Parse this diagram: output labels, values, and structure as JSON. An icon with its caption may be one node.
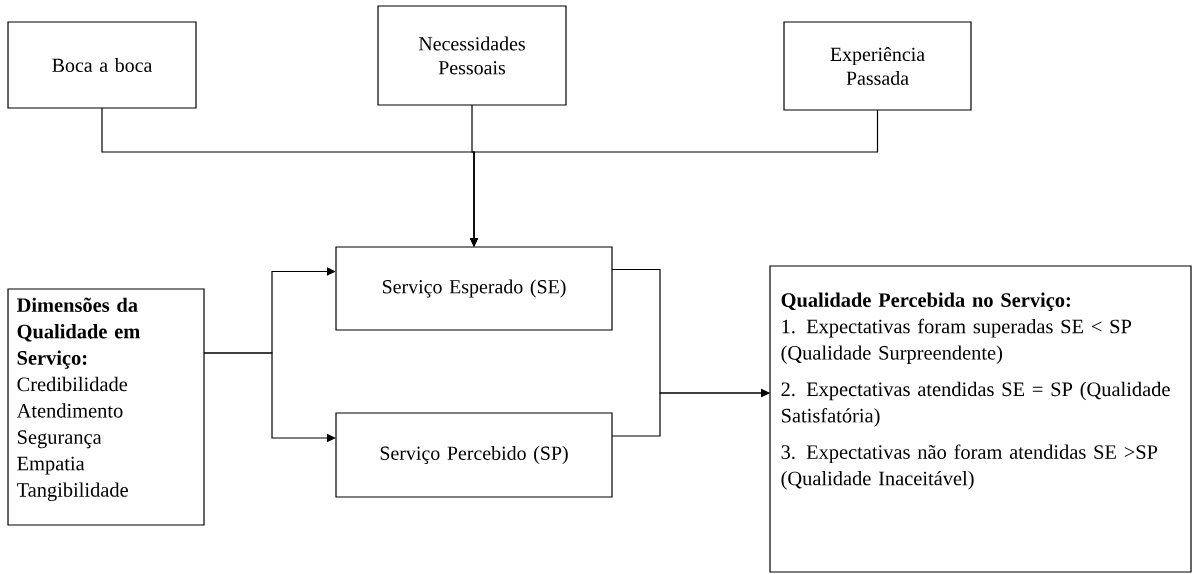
{
  "diagram": {
    "nodes": [
      {
        "text": [
          "Boca a boca"
        ]
      },
      {
        "text": [
          "Necessidades Pessoais"
        ]
      },
      {
        "text": [
          "Experiência Passada"
        ]
      },
      {
        "text": [
          "Dimensões da Qualidade em Serviço:",
          "Credibilidade",
          "Atendimento",
          "Segurança",
          "Empatia",
          "Tangibilidade"
        ]
      },
      {
        "text": [
          "Serviço Esperado (SE)"
        ]
      },
      {
        "text": [
          "Serviço Percebido (SP)"
        ]
      },
      {
        "text": [
          "Qualidade Percebida no Serviço:",
          "1. Expectativas foram superadas SE < SP (Qualidade Surpreendente)",
          "2. Expectativas atendidas SE = SP (Qualidade Satisfatória)",
          "3. Expectativas não foram atendidas SE >SP (Qualidade Inaceitável)"
        ]
      }
    ],
    "edges": [
      {
        "from": 0,
        "to": 4,
        "arrow": "to"
      },
      {
        "from": 1,
        "to": 4,
        "arrow": "to"
      },
      {
        "from": 2,
        "to": 4,
        "arrow": "to"
      },
      {
        "from": 3,
        "to": 4,
        "arrow": "to"
      },
      {
        "from": 3,
        "to": 5,
        "arrow": "to"
      },
      {
        "from": 4,
        "to": 6,
        "arrow": "to"
      },
      {
        "from": 5,
        "to": 6,
        "arrow": "to"
      }
    ]
  }
}
